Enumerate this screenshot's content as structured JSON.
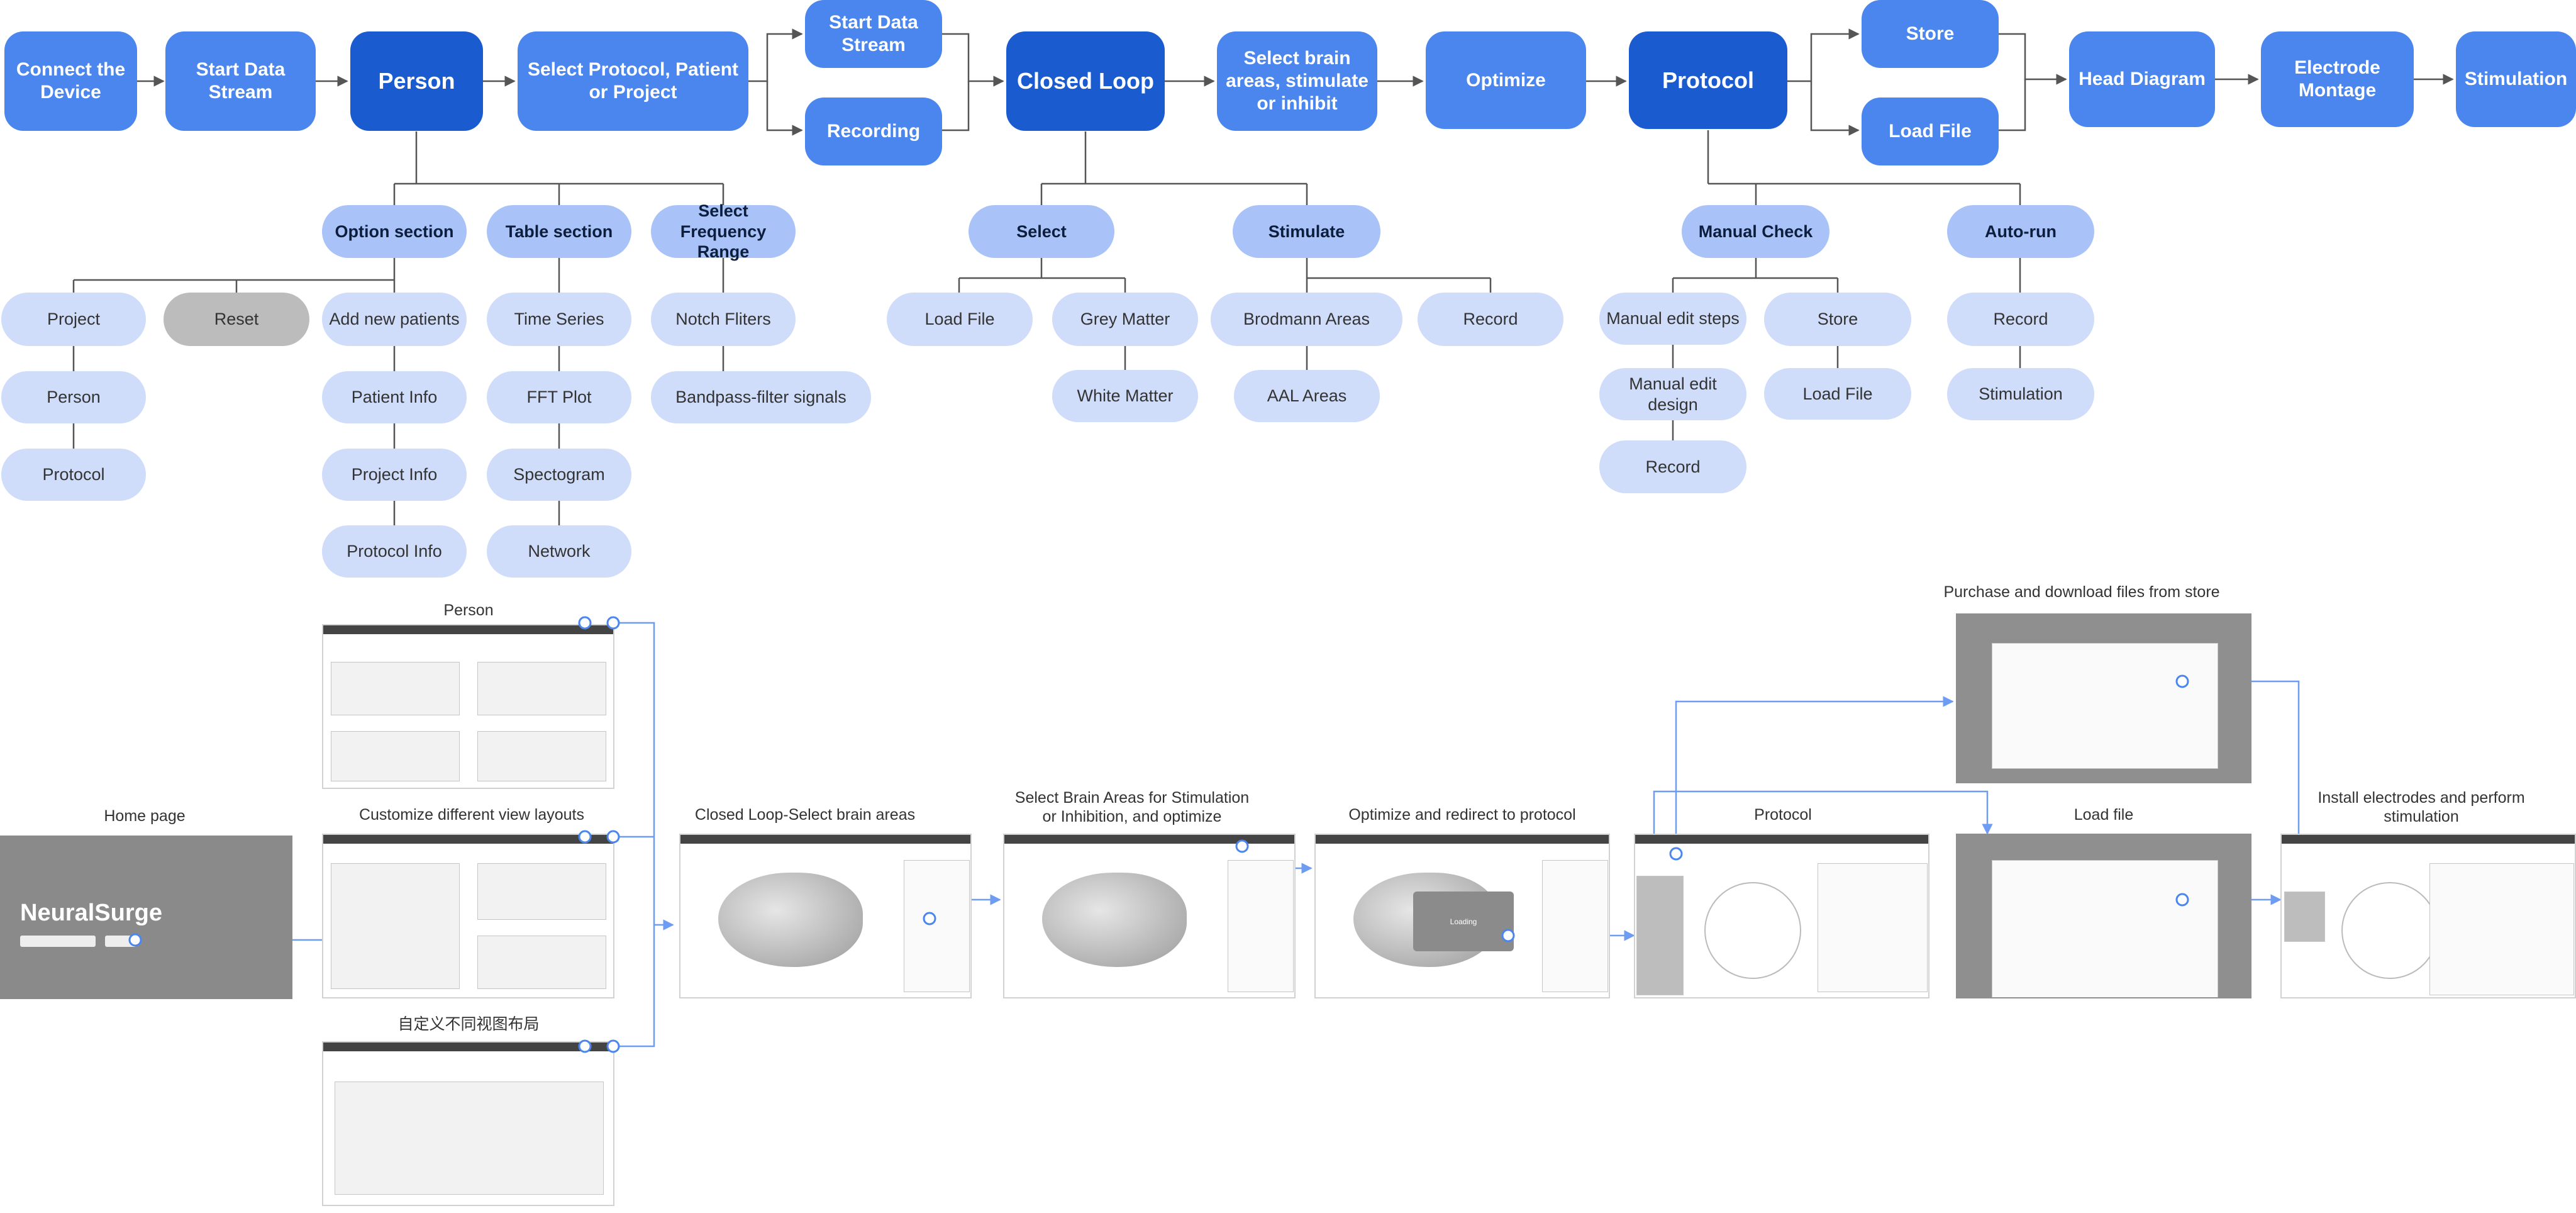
{
  "flow": {
    "connect": "Connect the Device",
    "start_data_stream": "Start Data Stream",
    "person": "Person",
    "select_protocol": "Select Protocol, Patient or Project",
    "start_data_stream_branch": "Start Data Stream",
    "recording": "Recording",
    "closed_loop": "Closed Loop",
    "select_brain_areas": "Select brain areas, stimulate or inhibit",
    "optimize": "Optimize",
    "protocol": "Protocol",
    "store": "Store",
    "load_file": "Load File",
    "head_diagram": "Head Diagram",
    "electrode_montage": "Electrode Montage",
    "stimulation": "Stimulation"
  },
  "person_tree": {
    "option_section": "Option section",
    "table_section": "Table section",
    "select_frequency_range": "Select Frequency Range",
    "project": "Project",
    "reset": "Reset",
    "person": "Person",
    "protocol": "Protocol",
    "add_new_patients": "Add new patients",
    "patient_info": "Patient Info",
    "project_info": "Project Info",
    "protocol_info": "Protocol Info",
    "time_series": "Time Series",
    "fft_plot": "FFT Plot",
    "spectogram": "Spectogram",
    "network": "Network",
    "notch_filters": "Notch Fliters",
    "bandpass_filter": "Bandpass-filter signals"
  },
  "closed_loop_tree": {
    "select": "Select",
    "stimulate": "Stimulate",
    "load_file": "Load File",
    "grey_matter": "Grey Matter",
    "white_matter": "White Matter",
    "brodmann_areas": "Brodmann Areas",
    "aal_areas": "AAL Areas",
    "record": "Record"
  },
  "protocol_tree": {
    "manual_check": "Manual Check",
    "auto_run": "Auto-run",
    "manual_edit_steps": "Manual edit steps",
    "manual_edit_design": "Manual edit design",
    "record_manual": "Record",
    "store": "Store",
    "load_file": "Load File",
    "record_auto": "Record",
    "stimulation": "Stimulation"
  },
  "screens": {
    "person": "Person",
    "home_page": "Home page",
    "customize_layouts": "Customize different view layouts",
    "customize_layouts_cn": "自定义不同视图布局",
    "closed_loop_select": "Closed Loop-Select brain areas",
    "select_brain_stim_line1": "Select Brain Areas for Stimulation",
    "select_brain_stim_line2": "or Inhibition, and optimize",
    "optimize_redirect": "Optimize and redirect to protocol",
    "protocol": "Protocol",
    "load_file": "Load file",
    "purchase_store": "Purchase and download files from store",
    "install_line1": "Install electrodes and perform",
    "install_line2": "stimulation",
    "brand": "NeuralSurge",
    "loading": "Loading"
  },
  "colors": {
    "primary": "#4a86ee",
    "key": "#1a5ccf",
    "section": "#a9c3f9",
    "leaf": "#cfddfb",
    "connector": "#555555",
    "link": "#6d9cf2"
  }
}
